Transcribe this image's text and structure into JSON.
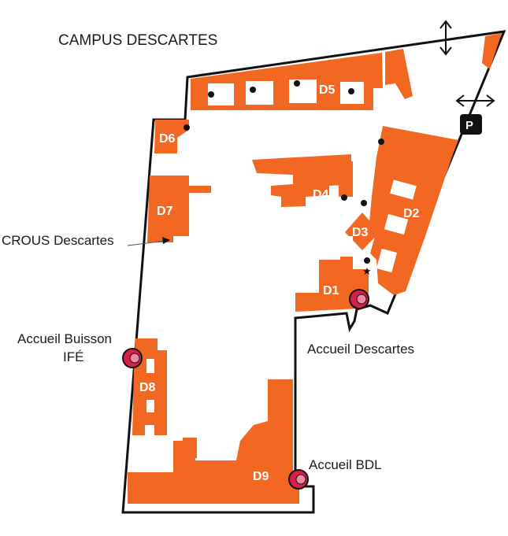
{
  "map": {
    "title": "CAMPUS DESCARTES",
    "colors": {
      "building": "#f26722",
      "outline": "#111111",
      "entrance": "#d81f4a",
      "background": "#ffffff"
    },
    "buildings": {
      "d1": "D1",
      "d2": "D2",
      "d3": "D3",
      "d4": "D4",
      "d5": "D5",
      "d6": "D6",
      "d7": "D7",
      "d8": "D8",
      "d9": "D9"
    },
    "labels": {
      "crous": "CROUS Descartes",
      "accueil_buisson_line1": "Accueil Buisson",
      "accueil_buisson_line2": "IFÉ",
      "accueil_descartes": "Accueil Descartes",
      "accueil_bdl": "Accueil BDL",
      "parking": "P"
    },
    "icons": {
      "entrance": "entrance-marker-icon",
      "parking": "parking-icon",
      "vertical_arrow": "vertical-double-arrow-icon",
      "horizontal_arrow": "horizontal-double-arrow-icon",
      "point": "location-dot-icon",
      "star": "star-icon"
    }
  }
}
